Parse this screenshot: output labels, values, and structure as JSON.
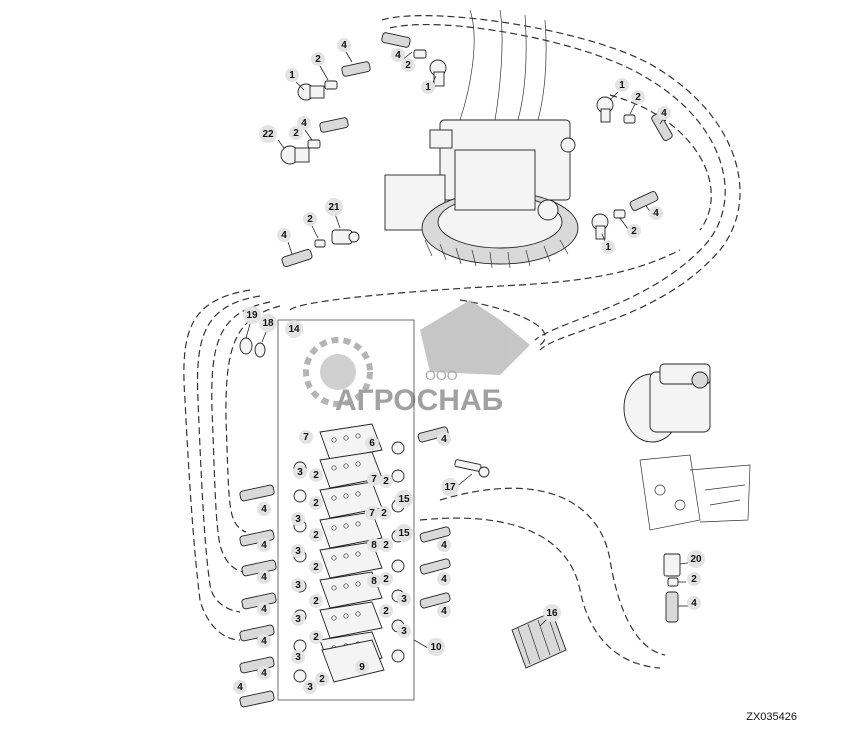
{
  "figure_id": "ZX035426",
  "watermark": {
    "line1": "ООО",
    "line2": "АГРОСНАБ"
  },
  "callouts": [
    "1",
    "2",
    "4",
    "22",
    "21",
    "19",
    "18",
    "14",
    "7",
    "6",
    "3",
    "15",
    "17",
    "8",
    "9",
    "10",
    "16",
    "20"
  ]
}
